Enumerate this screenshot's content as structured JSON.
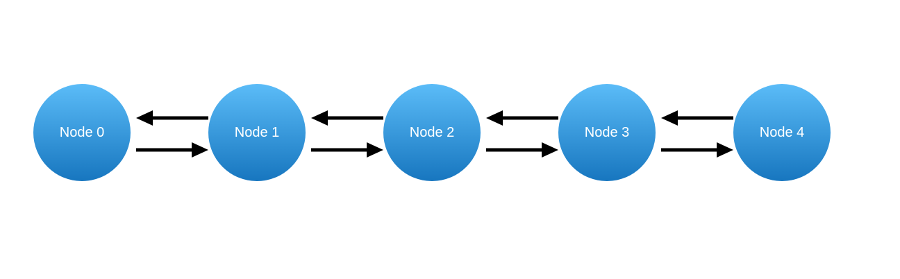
{
  "diagram": {
    "node_color_top": "#5bbcf8",
    "node_color_bottom": "#1776bf",
    "arrow_color": "#000000",
    "nodes": [
      {
        "label": "Node 0"
      },
      {
        "label": "Node 1"
      },
      {
        "label": "Node 2"
      },
      {
        "label": "Node 3"
      },
      {
        "label": "Node 4"
      }
    ],
    "edges": [
      {
        "from": 0,
        "to": 1
      },
      {
        "from": 1,
        "to": 0
      },
      {
        "from": 1,
        "to": 2
      },
      {
        "from": 2,
        "to": 1
      },
      {
        "from": 2,
        "to": 3
      },
      {
        "from": 3,
        "to": 2
      },
      {
        "from": 3,
        "to": 4
      },
      {
        "from": 4,
        "to": 3
      }
    ]
  }
}
